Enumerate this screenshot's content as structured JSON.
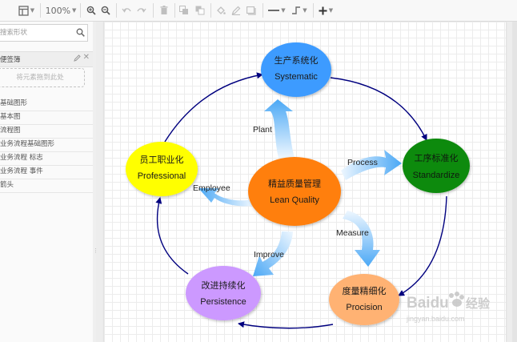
{
  "toolbar": {
    "zoom": "100%",
    "colors": {
      "icon": "#6b6b6b",
      "disabled": "#bfbfbf"
    }
  },
  "sidebar": {
    "search_placeholder": "搜索形状",
    "panel_title": "便签簿",
    "dropzone_text": "将元素拖到此处",
    "libraries": [
      {
        "label": "基础图形"
      },
      {
        "label": "基本图"
      },
      {
        "label": "流程图"
      },
      {
        "label": "业务流程基础图形"
      },
      {
        "label": "业务流程 标志"
      },
      {
        "label": "业务流程 事件"
      },
      {
        "label": "箭头"
      }
    ]
  },
  "diagram": {
    "center": {
      "cn": "精益质量管理",
      "en": "Lean Quality",
      "color": "#ff7f0e"
    },
    "nodes": [
      {
        "id": "systematic",
        "cn": "生产系统化",
        "en": "Systematic",
        "color": "#3d9bff"
      },
      {
        "id": "standardize",
        "cn": "工序标准化",
        "en": "Standardize",
        "color": "#0c8a0c"
      },
      {
        "id": "procision",
        "cn": "度量精细化",
        "en": "Procision",
        "color": "#ffb273"
      },
      {
        "id": "persistence",
        "cn": "改进持续化",
        "en": "Persistence",
        "color": "#cc99ff"
      },
      {
        "id": "professional",
        "cn": "员工职业化",
        "en": "Professional",
        "color": "#ffff00"
      }
    ],
    "arrow_labels": {
      "plant": "Plant",
      "process": "Process",
      "measure": "Measure",
      "improve": "Improve",
      "employee": "Employee"
    },
    "colors": {
      "cycle": "#00007f",
      "arrow_light": "#e8f4ff",
      "arrow_dark": "#4ba8f5"
    }
  },
  "watermark": {
    "brand": "Baidu",
    "brand_cn": "经验",
    "url": "jingyan.baidu.com"
  }
}
